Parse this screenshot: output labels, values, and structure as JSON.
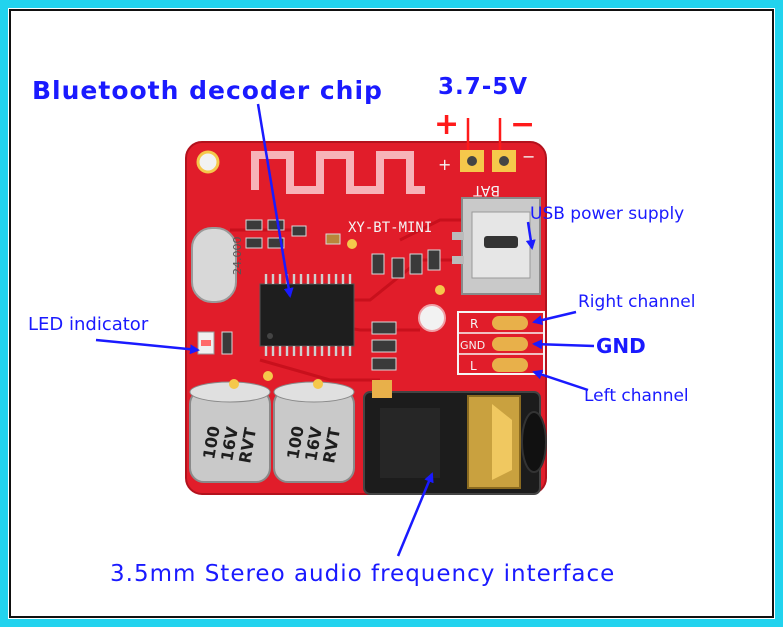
{
  "labels": {
    "chip": "Bluetooth decoder chip",
    "voltage": "3.7-5V",
    "plus": "+",
    "minus": "−",
    "usb": "USB power supply",
    "right": "Right channel",
    "gnd": "GND",
    "led": "LED indicator",
    "left": "Left channel",
    "jack": "3.5mm Stereo audio frequency interface"
  },
  "board_print": {
    "model": "XY-BT-MINI",
    "bat": "BAT",
    "pin_plus": "+",
    "pin_minus": "−",
    "pad_r": "R",
    "pad_gnd": "GND",
    "pad_l": "L",
    "crystal": "24.000",
    "cap_value": "100",
    "cap_voltage": "16V",
    "cap_brand": "RVT"
  },
  "colors": {
    "frame": "#22d3ee",
    "board": "#e11d2a",
    "label": "#1a1aff",
    "arrow": "#1a1aff",
    "sign": "#ff1a1a"
  }
}
